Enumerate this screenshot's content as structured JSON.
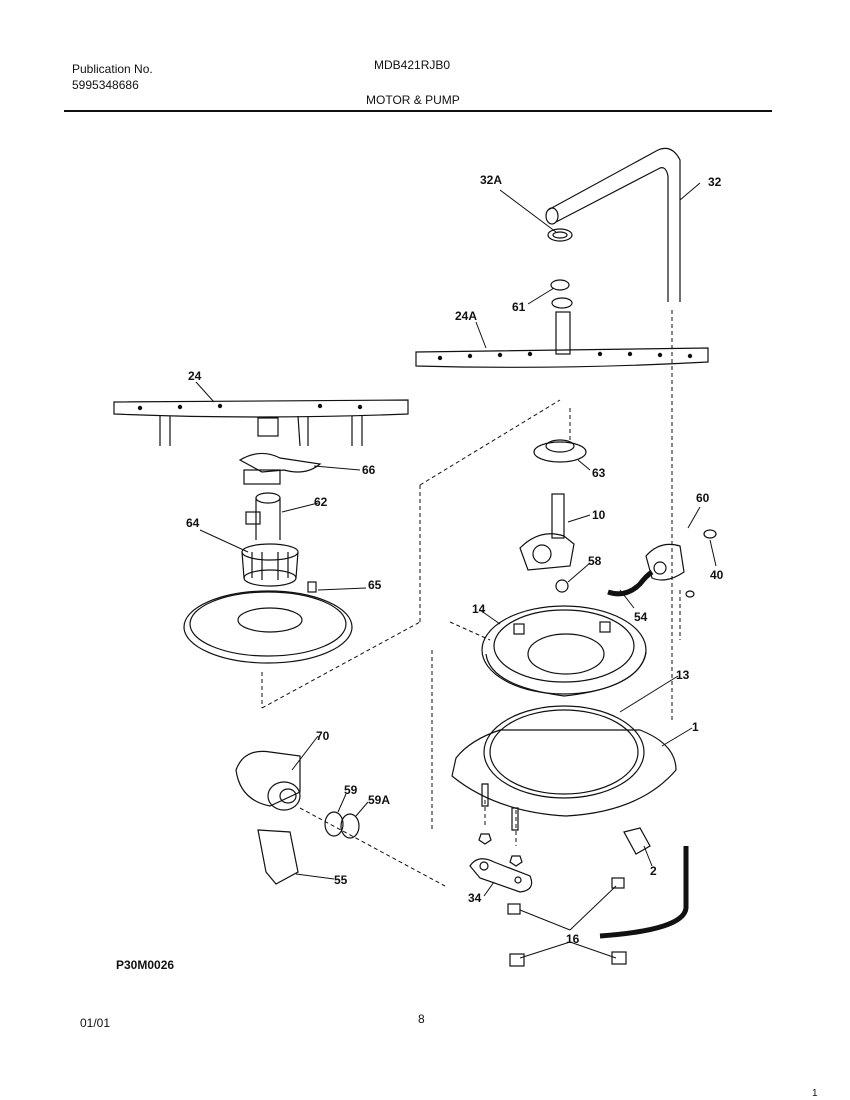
{
  "header": {
    "publication_label": "Publication No.",
    "publication_number": "5995348686",
    "model": "MDB421RJB0",
    "section_title": "MOTOR & PUMP"
  },
  "footer": {
    "drawing_code": "P30M0026",
    "date": "01/01",
    "page_number": "8",
    "corner_mark": "1"
  },
  "callouts": {
    "c32A": "32A",
    "c32": "32",
    "c61": "61",
    "c24A": "24A",
    "c24": "24",
    "c66": "66",
    "c63": "63",
    "c62": "62",
    "c60": "60",
    "c10": "10",
    "c64": "64",
    "c58": "58",
    "c40": "40",
    "c65": "65",
    "c14": "14",
    "c54": "54",
    "c13": "13",
    "c1": "1",
    "c70": "70",
    "c59": "59",
    "c59A": "59A",
    "c55": "55",
    "c2": "2",
    "c34": "34",
    "c16": "16"
  }
}
